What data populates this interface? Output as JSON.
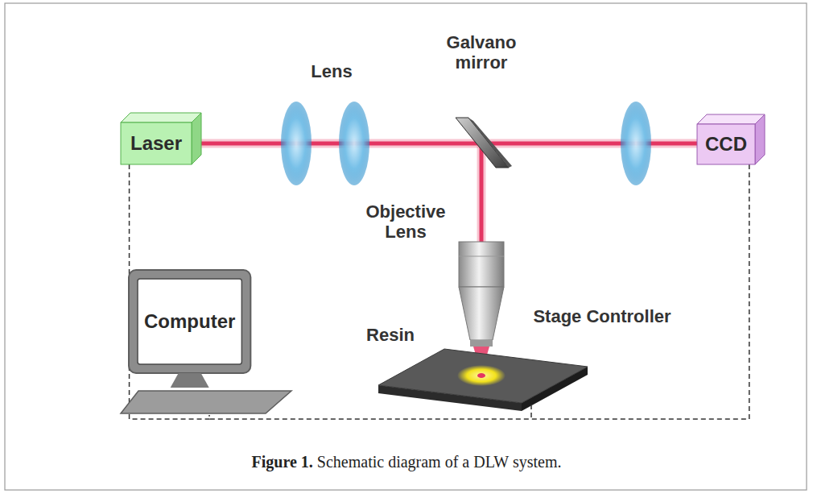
{
  "diagram": {
    "caption": "Figure 1. Schematic diagram of a DLW system.",
    "nodes": [
      {
        "text": [
          "Laser"
        ]
      },
      {
        "text": [
          "CCD"
        ]
      },
      {
        "text": [
          "Computer"
        ]
      }
    ],
    "edges": [
      {
        "from": 0,
        "to": 2,
        "arrow": "none"
      },
      {
        "from": 1,
        "to": 2,
        "arrow": "none"
      }
    ],
    "labels": [
      "Lens",
      "Galvano mirror",
      "Objective Lens",
      "Resin",
      "Stage Controller"
    ]
  }
}
